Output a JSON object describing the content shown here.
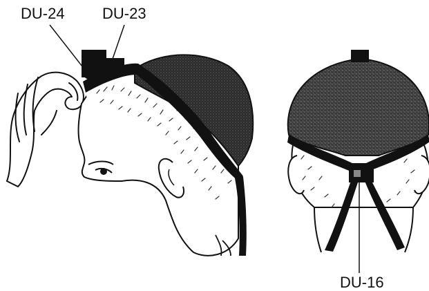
{
  "labels": {
    "du24": "DU-24",
    "du23": "DU-23",
    "du16": "DU-16"
  },
  "colors": {
    "ink": "#111111",
    "cap_fill": "#2a2a2a",
    "skin": "#ffffff",
    "hair": "#555555",
    "stipple": "#6a6a6a"
  }
}
